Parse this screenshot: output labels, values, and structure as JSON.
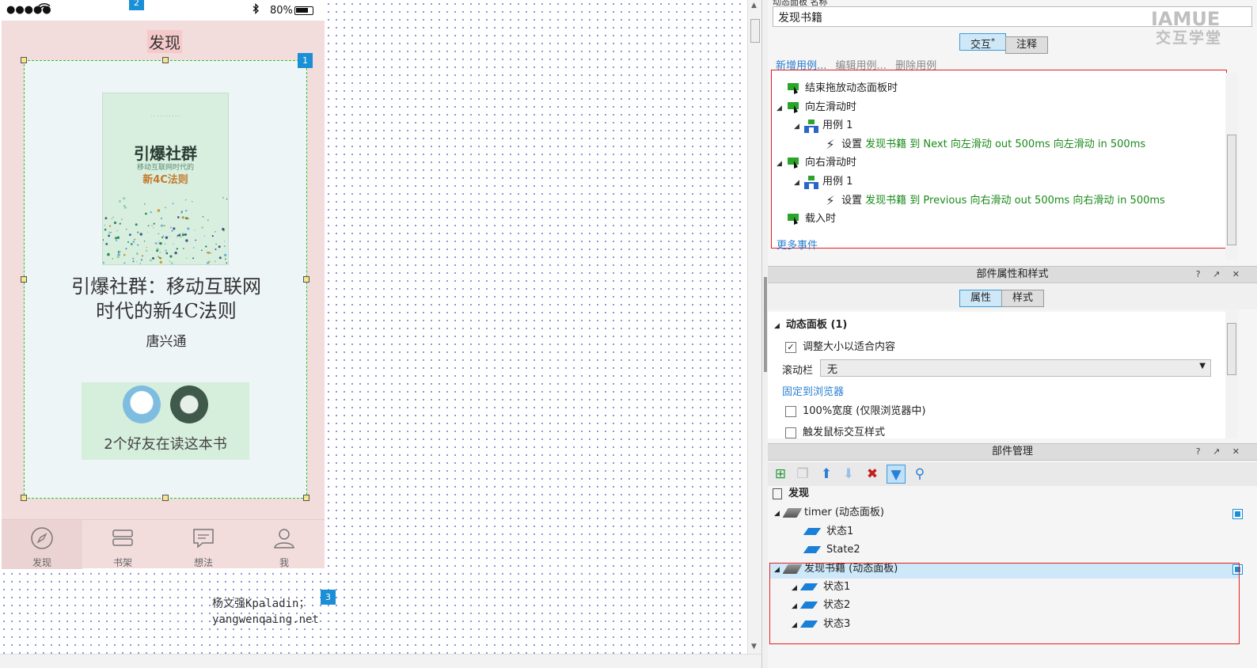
{
  "statusbar": {
    "signal": "●●●●●",
    "battery": "80%"
  },
  "badges": {
    "b1": "1",
    "b2": "2",
    "b3": "3"
  },
  "phone": {
    "header_title": "发现",
    "book": {
      "cover_title": "引爆社群",
      "cover_subtitle": "移动互联网时代的",
      "cover_subtitle2": "新4C法则",
      "title_line1": "引爆社群：移动互联网",
      "title_line2": "时代的新4C法则",
      "author": "唐兴通"
    },
    "friends_text": "2个好友在读这本书",
    "tabs": [
      {
        "label": "发现",
        "icon": "compass-icon"
      },
      {
        "label": "书架",
        "icon": "bookshelf-icon"
      },
      {
        "label": "想法",
        "icon": "chat-icon"
      },
      {
        "label": "我",
        "icon": "user-icon"
      }
    ]
  },
  "watermark": {
    "line1": "杨文强Kpaladin；",
    "line2": "yangwenqaing.net"
  },
  "right": {
    "name_caption": "动态面板 名称",
    "name_value": "发现书籍",
    "logo": {
      "en": "IAMUE",
      "cn": "交互学堂"
    },
    "tabs1": [
      "交互",
      "注释"
    ],
    "tabs1_star": "*",
    "case_links": [
      "新增用例...",
      "编辑用例...",
      "删除用例"
    ],
    "events": [
      {
        "label": "结束拖放动态面板时"
      },
      {
        "label": "向左滑动时"
      },
      {
        "label": "用例 1"
      },
      {
        "prefix": "设置",
        "action": "发现书籍 到 Next 向左滑动 out 500ms 向左滑动 in 500ms"
      },
      {
        "label": "向右滑动时"
      },
      {
        "label": "用例 1"
      },
      {
        "prefix": "设置",
        "action": "发现书籍 到 Previous 向右滑动 out 500ms 向右滑动 in 500ms"
      },
      {
        "label": "载入时"
      }
    ],
    "more_events": "更多事件",
    "props_panel_title": "部件属性和样式",
    "tabs2": [
      "属性",
      "样式"
    ],
    "props": {
      "section": "动态面板 (1)",
      "fit": "调整大小以适合内容",
      "scroll_label": "滚动栏",
      "scroll_value": "无",
      "pin": "固定到浏览器",
      "full_width": "100%宽度 (仅限浏览器中)",
      "mouse_style": "触发鼠标交互样式"
    },
    "outline_panel_title": "部件管理",
    "outline": {
      "page": "发现",
      "timer": "timer (动态面板)",
      "timer_states": [
        "状态1",
        "State2"
      ],
      "panel": "发现书籍 (动态面板)",
      "panel_states": [
        "状态1",
        "状态2",
        "状态3"
      ]
    },
    "panel_controls": "? ↗ ✕"
  },
  "colors": {
    "accent": "#1a8fd6",
    "phone_bg": "#f2dcdc",
    "event_green": "#1a8a1a",
    "highlight_red": "#e02020"
  }
}
